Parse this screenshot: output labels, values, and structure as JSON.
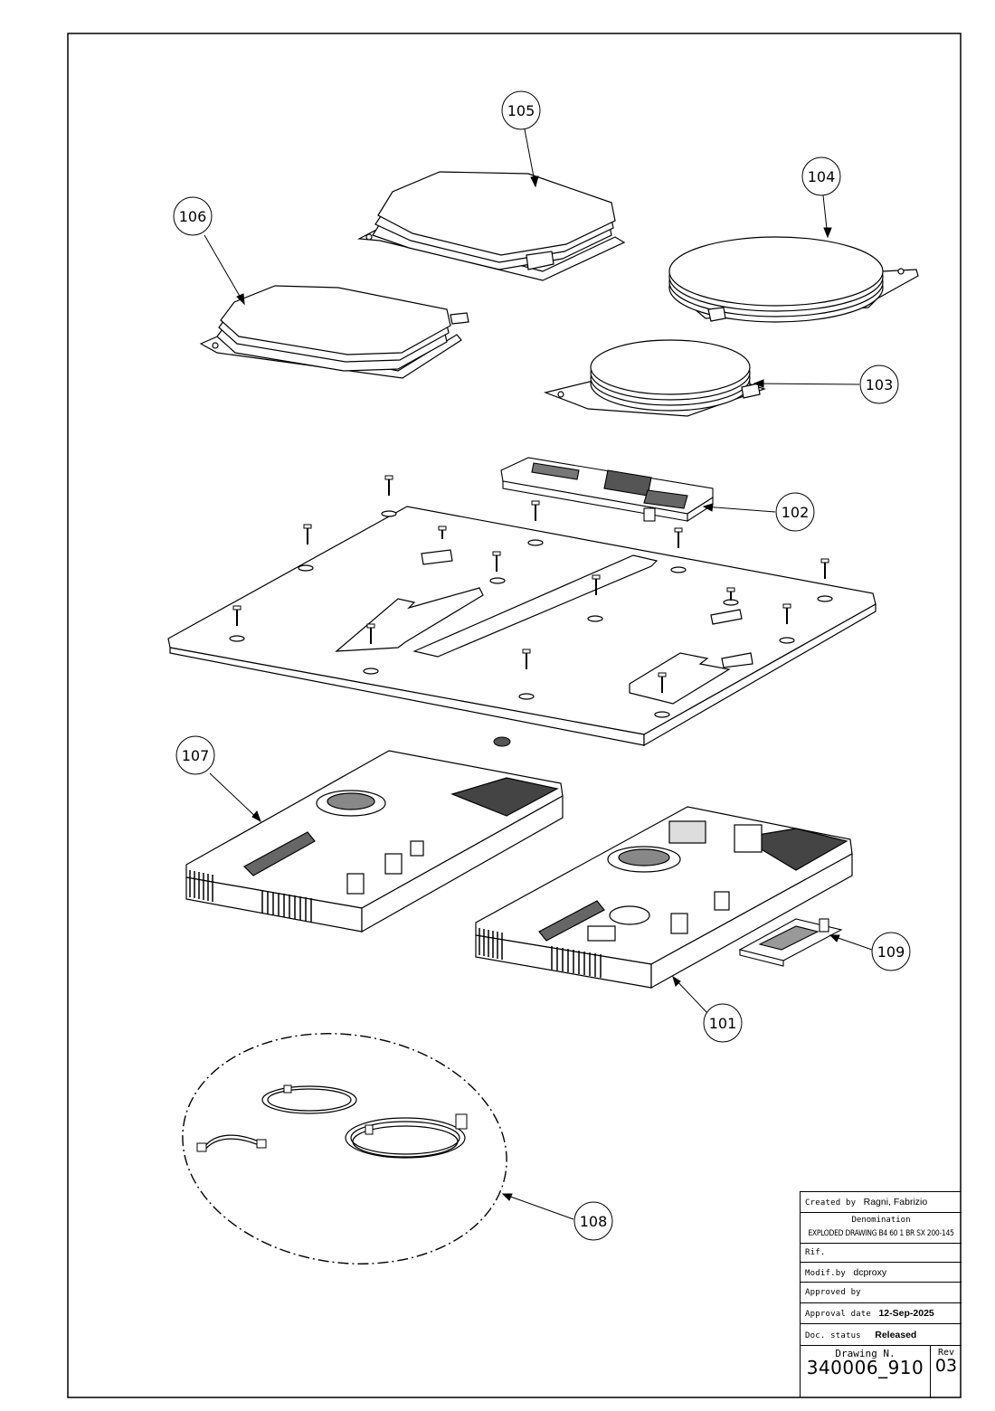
{
  "balloons": [
    {
      "id": "balloon-105",
      "label": "105"
    },
    {
      "id": "balloon-104",
      "label": "104"
    },
    {
      "id": "balloon-106",
      "label": "106"
    },
    {
      "id": "balloon-103",
      "label": "103"
    },
    {
      "id": "balloon-102",
      "label": "102"
    },
    {
      "id": "balloon-107",
      "label": "107"
    },
    {
      "id": "balloon-109",
      "label": "109"
    },
    {
      "id": "balloon-101",
      "label": "101"
    },
    {
      "id": "balloon-108",
      "label": "108"
    }
  ],
  "title_block": {
    "created_by_label": "Created by",
    "created_by_value": "Ragni, Fabrizio",
    "denomination_label": "Denomination",
    "denomination_value": "EXPLODED DRAWING B4 60 1 BR SX 200-145",
    "rif_label": "Rif.",
    "modif_by_label": "Modif.by",
    "modif_by_value": "dcproxy",
    "approved_by_label": "Approved by",
    "approval_date_label": "Approval date",
    "approval_date_value": "12-Sep-2025",
    "doc_status_label": "Doc. status",
    "doc_status_value": "Released",
    "drawing_n_label": "Drawing N.",
    "drawing_n_value": "340006_910",
    "rev_label": "Rev",
    "rev_value": "03"
  }
}
